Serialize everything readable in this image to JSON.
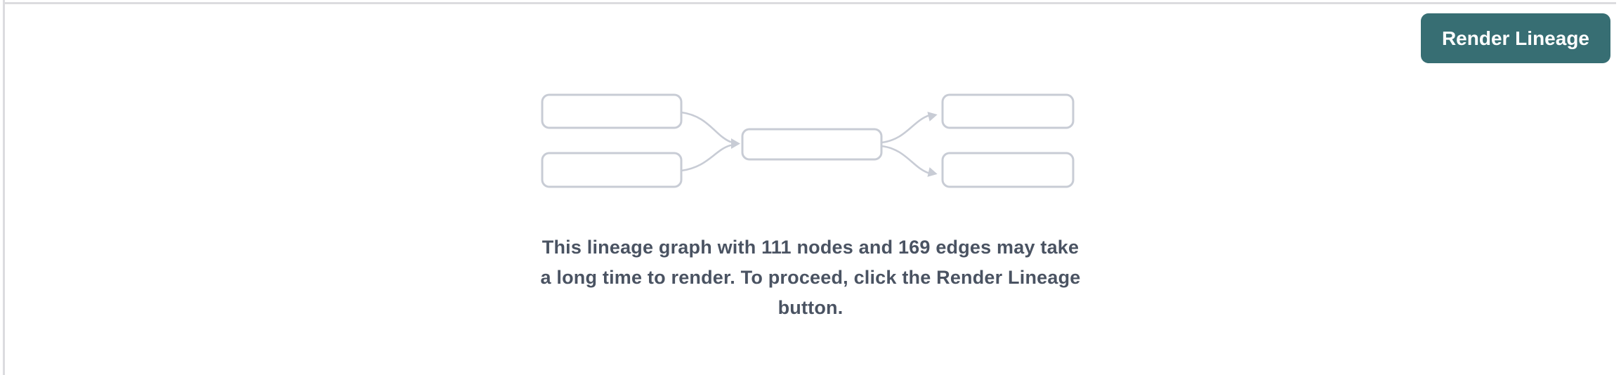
{
  "header": {
    "render_lineage_button": "Render Lineage"
  },
  "empty_state": {
    "message_lines": [
      "This lineage graph with 111 nodes and 169 edges may take",
      "a long time to render. To proceed, click the Render Lineage",
      "button."
    ],
    "node_count": "111",
    "edge_count": "169"
  },
  "placeholder_diagram": {
    "description": "lineage-graph-placeholder",
    "node_box_count": 5,
    "edge_count": 4
  },
  "colors": {
    "button_bg": "#376e73",
    "button_text": "#ffffff",
    "message_text": "#4a5362",
    "node_border": "#c8ccd5",
    "edge_color": "#c8ccd5",
    "panel_border": "#dcdcdf"
  }
}
